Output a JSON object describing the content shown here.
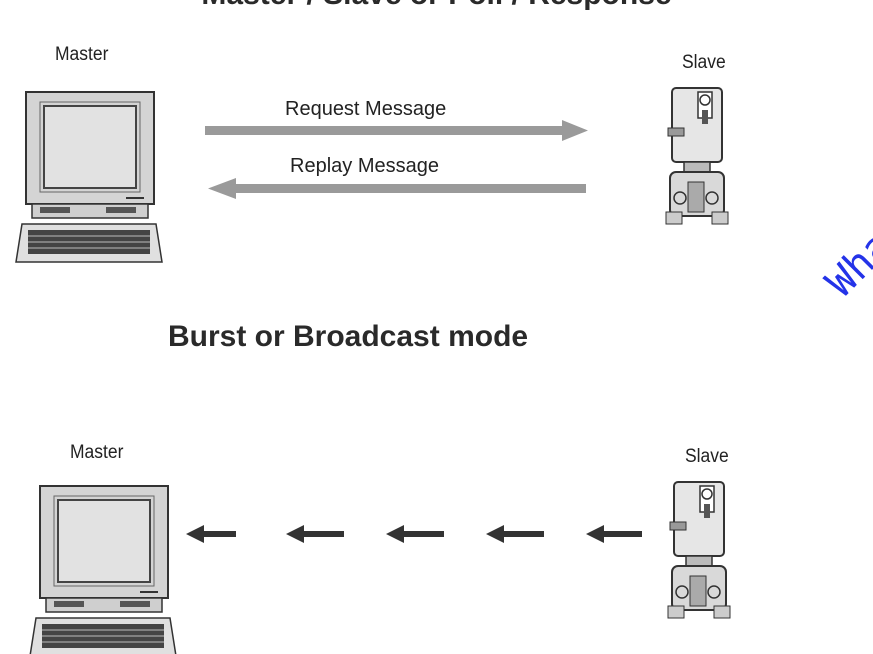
{
  "titles": {
    "top": "Master / Slave or Poll / Response",
    "middle": "Burst or Broadcast mode"
  },
  "top_section": {
    "master_label": "Master",
    "slave_label": "Slave",
    "request_label": "Request Message",
    "reply_label": "Replay Message"
  },
  "bottom_section": {
    "master_label": "Master",
    "slave_label": "Slave"
  },
  "watermark": "Whatsapp Q"
}
